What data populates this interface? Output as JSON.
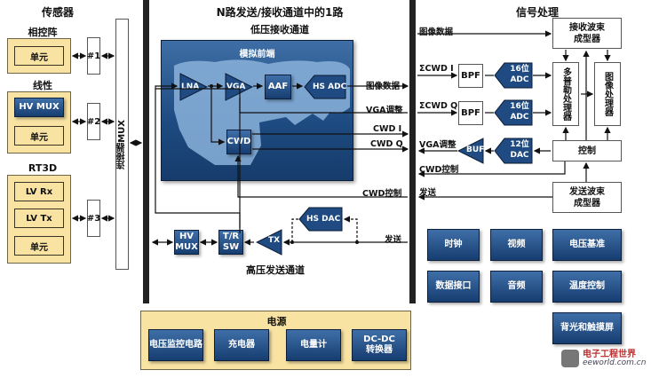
{
  "sensors": {
    "title": "传感器",
    "groups": [
      {
        "name": "相控阵",
        "items": [
          "单元"
        ],
        "port": "#1"
      },
      {
        "name": "线性",
        "items": [
          "HV MUX",
          "单元"
        ],
        "port": "#2"
      },
      {
        "name": "RT3D",
        "items": [
          "LV Rx",
          "LV Tx",
          "单元"
        ],
        "port": "#3"
      }
    ],
    "connector_mux": "连接器MUX"
  },
  "channel": {
    "title": "N路发送/接收通道中的1路",
    "rx_title": "低压接收通道",
    "afe_title": "模拟前端",
    "afe_blocks": {
      "lna": "LNA",
      "vga": "VGA",
      "aaf": "AAF",
      "hs_adc": "HS ADC",
      "cwd": "CWD"
    },
    "tx_title": "高压发送通道",
    "tx_blocks": {
      "hv_mux": "HV\nMUX",
      "tr_sw": "T/R\nSW",
      "tx": "TX",
      "hs_dac": "HS DAC"
    },
    "signals_out": [
      "图像数据",
      "VGA调整",
      "CWD I",
      "CWD Q",
      "CWD控制",
      "发送"
    ]
  },
  "signal_processing": {
    "title": "信号处理",
    "signals_in": {
      "image_data": "图像数据",
      "cwd_i": "ΣCWD I",
      "cwd_q": "ΣCWD Q",
      "vga_adj": "VGA调整",
      "cwd_ctrl": "CWD控制",
      "tx": "发送"
    },
    "blocks": {
      "rx_beamformer": "接收波束\n成型器",
      "bpf1": "BPF",
      "bpf2": "BPF",
      "adc1": "16位\nADC",
      "adc2": "16位\nADC",
      "dac": "12位\nDAC",
      "buf": "BUF",
      "doppler": "多普勒处理器",
      "image_proc": "图像处理器",
      "control": "控制",
      "tx_beamformer": "发送波束\n成型器"
    }
  },
  "peripherals": [
    "时钟",
    "视频",
    "电压基准",
    "数据接口",
    "音频",
    "温度控制",
    "背光和触摸屏"
  ],
  "power": {
    "title": "电源",
    "items": [
      "电压监控电路",
      "充电器",
      "电量计",
      "DC-DC\n转换器"
    ]
  },
  "watermark": {
    "cn": "电子工程世界",
    "en": "eeworld.com.cn"
  }
}
